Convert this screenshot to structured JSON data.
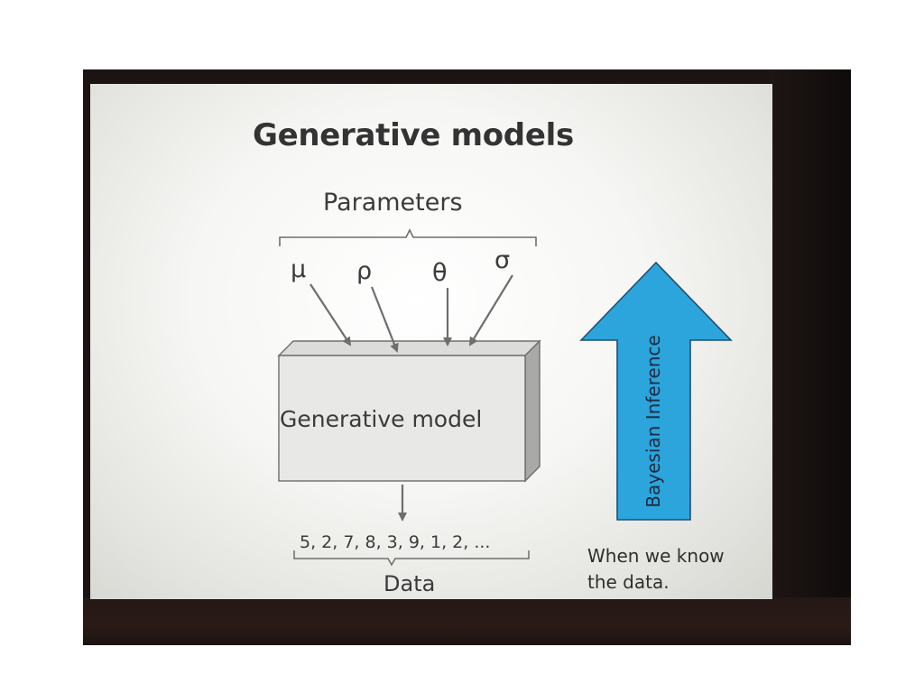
{
  "slide": {
    "title": "Generative models",
    "parameters_label": "Parameters",
    "parameters": [
      "μ",
      "ρ",
      "θ",
      "σ"
    ],
    "model_label": "Generative model",
    "data_values": "5, 2, 7, 8, 3, 9, 1, 2, ...",
    "data_label": "Data",
    "inference_label": "Bayesian Inference",
    "note_line1": "When we know",
    "note_line2": "the data."
  },
  "colors": {
    "arrow_fill": "#2ca4dc",
    "box_face": "#e6e6e4",
    "line": "#6e6e6e"
  }
}
